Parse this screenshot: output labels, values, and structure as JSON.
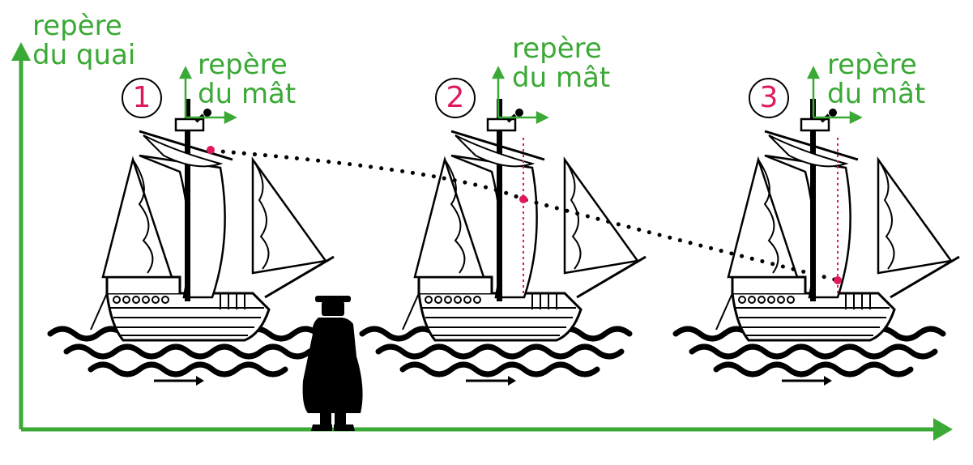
{
  "quay_frame": {
    "line1": "repère",
    "line2": "du quai"
  },
  "boats": [
    {
      "number": "1",
      "mast_line1": "repère",
      "mast_line2": "du mât"
    },
    {
      "number": "2",
      "mast_line1": "repère",
      "mast_line2": "du mât"
    },
    {
      "number": "3",
      "mast_line1": "repère",
      "mast_line2": "du mât"
    }
  ],
  "colors": {
    "frame": "#3aa935",
    "trajectory_point": "#e0195c",
    "ink": "#000000"
  },
  "icons": [
    "ship-icon",
    "observer-silhouette-icon",
    "motion-arrow-icon",
    "wave-icon"
  ]
}
